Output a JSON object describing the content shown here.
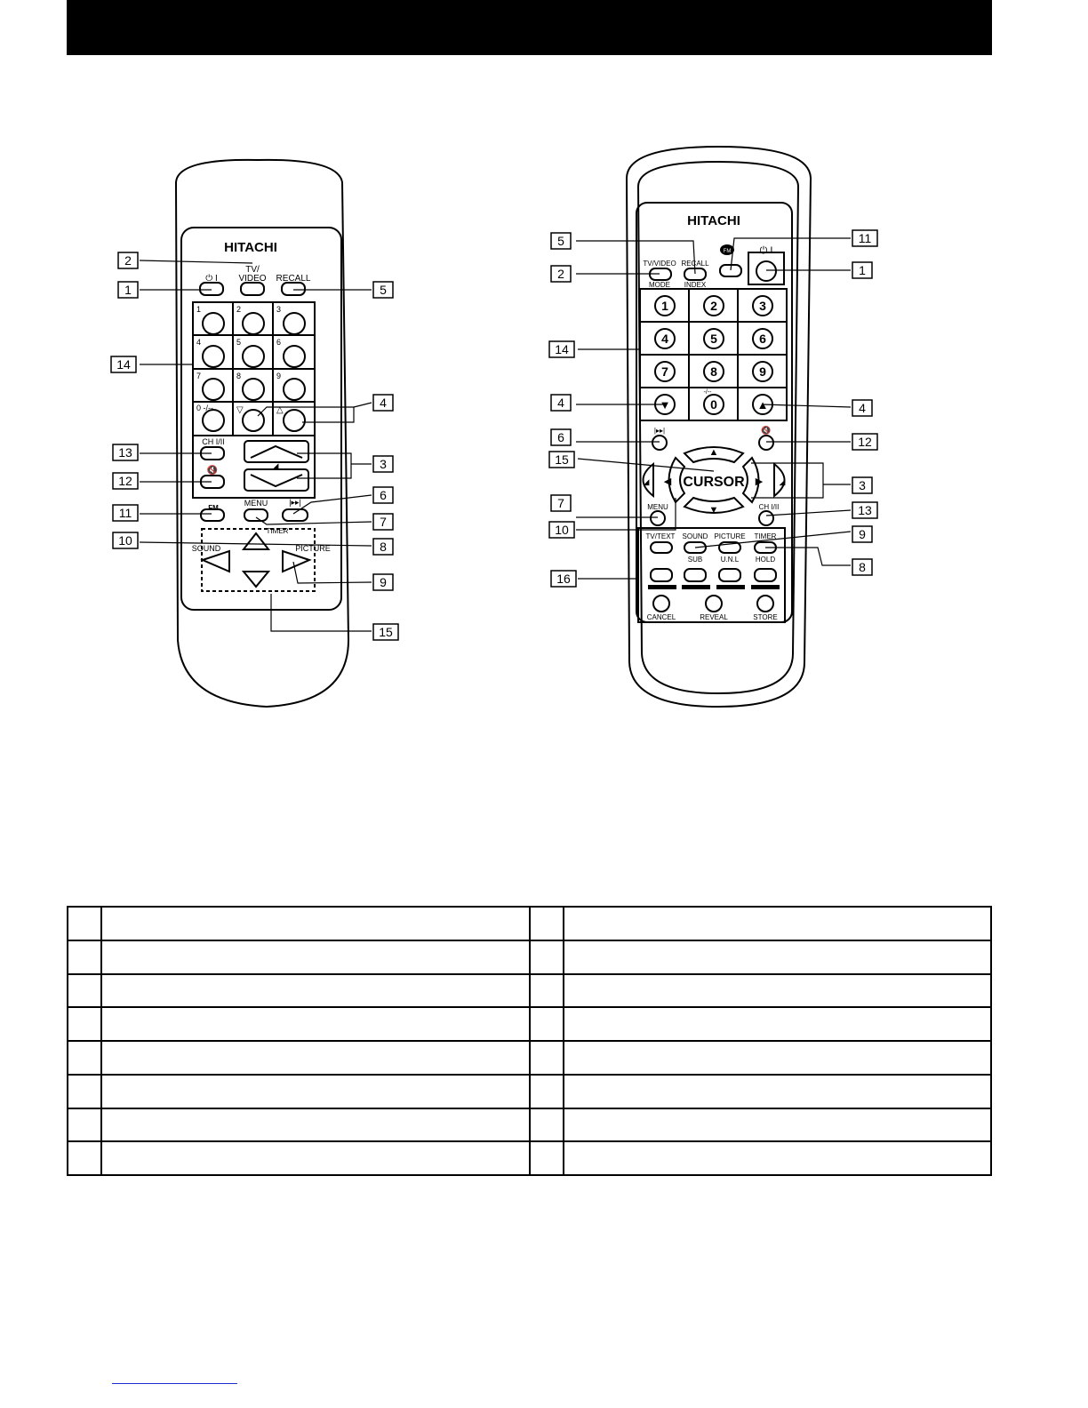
{
  "header": {
    "title": ""
  },
  "remote_left": {
    "brand": "HITACHI",
    "button_labels": {
      "power": "⏻ I",
      "tv_video_1": "TV/",
      "tv_video_2": "VIDEO",
      "recall": "RECALL",
      "ch_1_11": "CH I/II",
      "fm": "FM",
      "menu": "MENU",
      "timer": "TIMER",
      "sound": "SOUND",
      "picture": "PICTURE",
      "zero_digits": "0 -/--"
    },
    "digits": [
      "1",
      "2",
      "3",
      "4",
      "5",
      "6",
      "7",
      "8",
      "9"
    ],
    "callouts": [
      "1",
      "2",
      "3",
      "4",
      "5",
      "6",
      "7",
      "8",
      "9",
      "10",
      "11",
      "12",
      "13",
      "14",
      "15"
    ]
  },
  "remote_right": {
    "brand": "HITACHI",
    "button_labels": {
      "tv_video": "TV/VIDEO",
      "mode": "MODE",
      "recall": "RECALL",
      "index": "INDEX",
      "fm": "FM",
      "power": "⏻ I",
      "cursor": "CURSOR",
      "menu": "MENU",
      "ch_1_11": "CH I/II",
      "tv_text": "TV/TEXT",
      "sound": "SOUND",
      "picture": "PICTURE",
      "timer": "TIMER",
      "sub": "SUB",
      "unl": "U.N.L",
      "hold": "HOLD",
      "cancel": "CANCEL",
      "reveal": "REVEAL",
      "store": "STORE",
      "dash": "-/--"
    },
    "digits": [
      "1",
      "2",
      "3",
      "4",
      "5",
      "6",
      "7",
      "8",
      "9",
      "0"
    ],
    "callouts": [
      "1",
      "2",
      "3",
      "4",
      "5",
      "6",
      "7",
      "8",
      "9",
      "10",
      "11",
      "12",
      "13",
      "14",
      "15",
      "16"
    ]
  },
  "button_table": {
    "rows": [
      [
        "",
        "",
        "",
        ""
      ],
      [
        "",
        "",
        "",
        ""
      ],
      [
        "",
        "",
        "",
        ""
      ],
      [
        "",
        "",
        "",
        ""
      ],
      [
        "",
        "",
        "",
        ""
      ],
      [
        "",
        "",
        "",
        ""
      ],
      [
        "",
        "",
        "",
        ""
      ],
      [
        "",
        "",
        "",
        ""
      ]
    ]
  }
}
